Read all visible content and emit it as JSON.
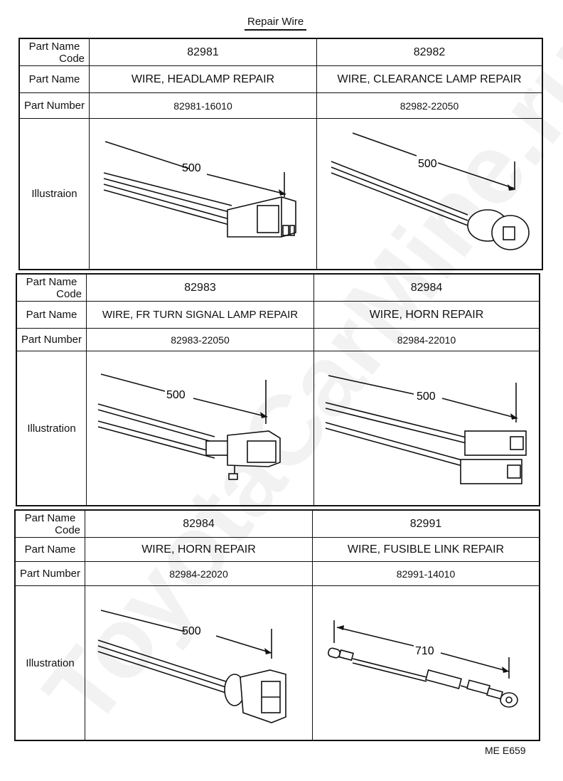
{
  "title": "Repair Wire",
  "labels": {
    "code_line1": "Part Name",
    "code_line2": "Code",
    "part_name": "Part Name",
    "part_number": "Part Number"
  },
  "tables": [
    {
      "illustration_label": "Illustraion",
      "parts": [
        {
          "code": "82981",
          "name": "WIRE, HEADLAMP REPAIR",
          "number": "82981-16010",
          "dimension": "500"
        },
        {
          "code": "82982",
          "name": "WIRE, CLEARANCE LAMP REPAIR",
          "number": "82982-22050",
          "dimension": "500"
        }
      ]
    },
    {
      "illustration_label": "Illustration",
      "parts": [
        {
          "code": "82983",
          "name": "WIRE, FR TURN SIGNAL LAMP REPAIR",
          "number": "82983-22050",
          "dimension": "500"
        },
        {
          "code": "82984",
          "name": "WIRE, HORN REPAIR",
          "number": "82984-22010",
          "dimension": "500"
        }
      ]
    },
    {
      "illustration_label": "Illustration",
      "parts": [
        {
          "code": "82984",
          "name": "WIRE, HORN REPAIR",
          "number": "82984-22020",
          "dimension": "500"
        },
        {
          "code": "82991",
          "name": "WIRE, FUSIBLE LINK REPAIR",
          "number": "82991-14010",
          "dimension": "710"
        }
      ]
    }
  ],
  "footer": "ME E659",
  "watermark": "ToyotaCarMine.ru"
}
